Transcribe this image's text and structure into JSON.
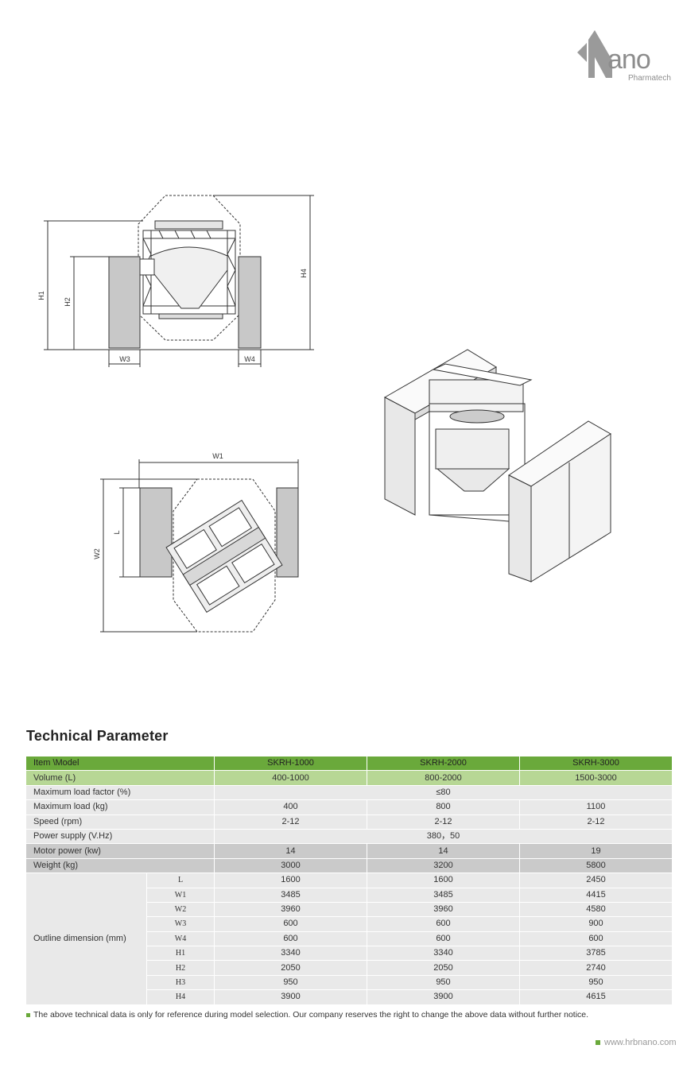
{
  "logo": {
    "word": "ano",
    "subtitle": "Pharmatech"
  },
  "drawing_labels": {
    "h1": "H1",
    "h2": "H2",
    "h4": "H4",
    "w3": "W3",
    "w4": "W4",
    "w1": "W1",
    "w2": "W2",
    "l": "L"
  },
  "section_title": "Technical Parameter",
  "table": {
    "header": {
      "item": "Item \\Model",
      "models": [
        "SKRH-1000",
        "SKRH-2000",
        "SKRH-3000"
      ]
    },
    "rows": [
      {
        "label": "Volume (L)",
        "values": [
          "400-1000",
          "800-2000",
          "1500-3000"
        ]
      },
      {
        "label": "Maximum load factor (%)",
        "merged": "≤80"
      },
      {
        "label": "Maximum load (kg)",
        "values": [
          "400",
          "800",
          "1100"
        ]
      },
      {
        "label": "Speed (rpm)",
        "values": [
          "2-12",
          "2-12",
          "2-12"
        ]
      },
      {
        "label": "Power supply (V.Hz)",
        "merged": "380，50"
      },
      {
        "label": "Motor power (kw)",
        "values": [
          "14",
          "14",
          "19"
        ]
      },
      {
        "label": "Weight (kg)",
        "values": [
          "3000",
          "3200",
          "5800"
        ]
      }
    ],
    "outline": {
      "label": "Outline dimension (mm)",
      "rows": [
        {
          "sub": "L",
          "values": [
            "1600",
            "1600",
            "2450"
          ]
        },
        {
          "sub": "W1",
          "values": [
            "3485",
            "3485",
            "4415"
          ]
        },
        {
          "sub": "W2",
          "values": [
            "3960",
            "3960",
            "4580"
          ]
        },
        {
          "sub": "W3",
          "values": [
            "600",
            "600",
            "900"
          ]
        },
        {
          "sub": "W4",
          "values": [
            "600",
            "600",
            "600"
          ]
        },
        {
          "sub": "H1",
          "values": [
            "3340",
            "3340",
            "3785"
          ]
        },
        {
          "sub": "H2",
          "values": [
            "2050",
            "2050",
            "2740"
          ]
        },
        {
          "sub": "H3",
          "values": [
            "950",
            "950",
            "950"
          ]
        },
        {
          "sub": "H4",
          "values": [
            "3900",
            "3900",
            "4615"
          ]
        }
      ]
    }
  },
  "note": "The above technical data is only for reference during model selection. Our company reserves the right to change the above data without further notice.",
  "website": "www.hrbnano.com",
  "colors": {
    "green": "#6aa93b",
    "light_green": "#b7d795",
    "gray": "#cacaca",
    "light_gray": "#e9e9e9"
  }
}
